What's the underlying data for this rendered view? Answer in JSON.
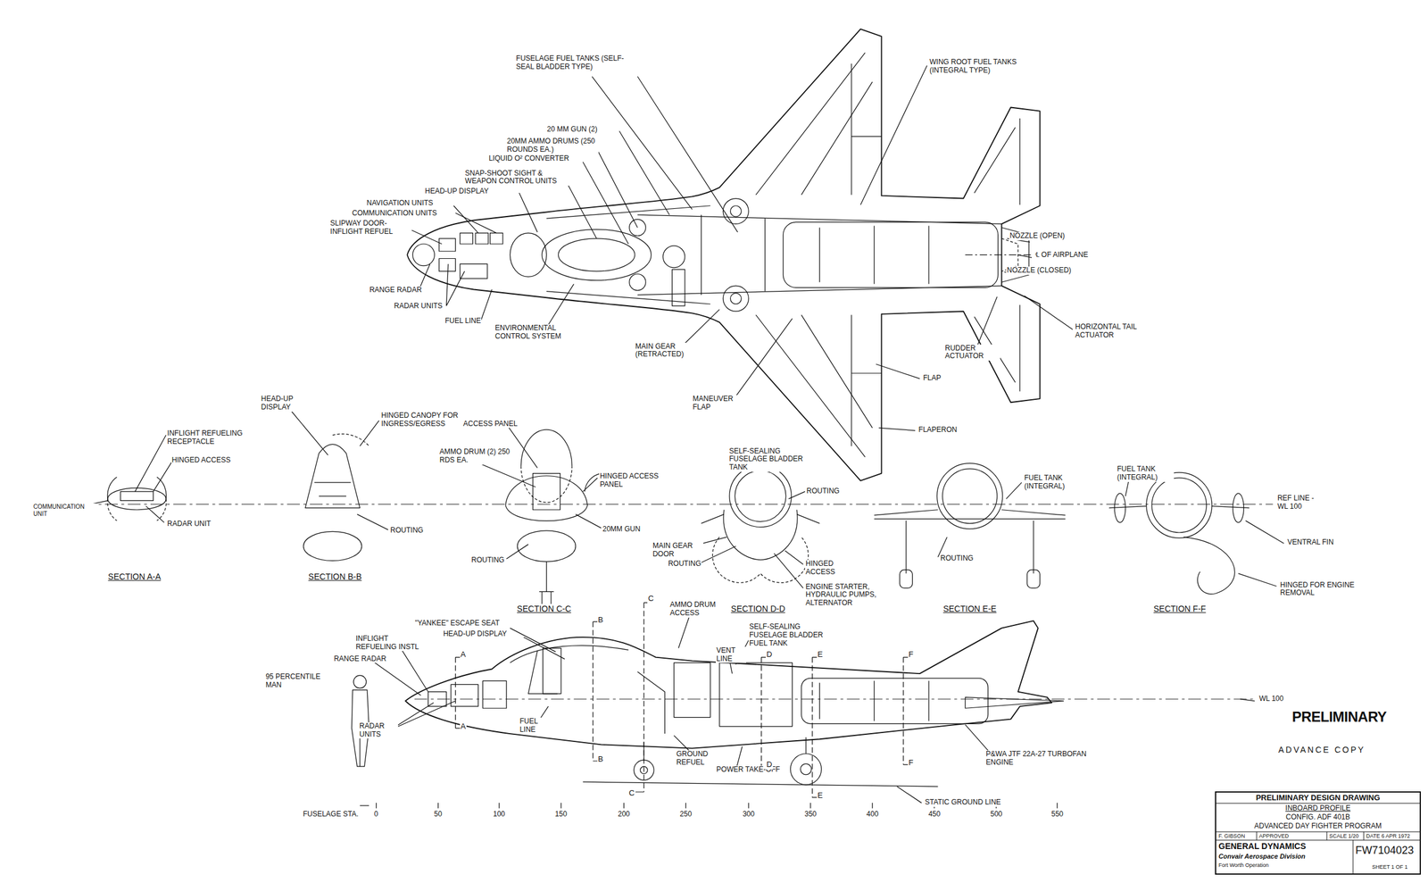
{
  "diagram": {
    "nodes": [
      {
        "text": [
          "PRELIMINARY DESIGN DRAWING",
          "INBOARD PROFILE",
          "CONFIG. ADF 401B",
          "ADVANCED DAY FIGHTER PROGRAM",
          "F. GIBSON",
          "APPROVED",
          "SCALE 1/20",
          "DATE 6 APR 1972",
          "GENERAL DYNAMICS",
          "Convair Aerospace Division",
          "Fort Worth Operation",
          "FW7104023",
          "SHEET 1 OF 1"
        ]
      }
    ],
    "labels": [
      "FUSELAGE FUEL TANKS (SELF-SEAL BLADDER TYPE)",
      "WING ROOT FUEL TANKS (INTEGRAL TYPE)",
      "20 MM GUN (2)",
      "20MM AMMO DRUMS (250 ROUNDS EA.)",
      "LIQUID O² CONVERTER",
      "SNAP-SHOOT SIGHT & WEAPON CONTROL UNITS",
      "HEAD-UP DISPLAY",
      "NAVIGATION UNITS",
      "COMMUNICATION UNITS",
      "SLIPWAY DOOR- INFLIGHT REFUEL",
      "RANGE RADAR",
      "RADAR UNITS",
      "FUEL LINE",
      "ENVIRONMENTAL CONTROL SYSTEM",
      "MAIN GEAR (RETRACTED)",
      "MANEUVER FLAP",
      "FLAP",
      "FLAPERON",
      "RUDDER ACTUATOR",
      "HORIZONTAL TAIL ACTUATOR",
      "NOZZLE (OPEN)",
      "℄ OF AIRPLANE",
      "NOZZLE (CLOSED)",
      "HEAD-UP DISPLAY",
      "INFLIGHT REFUELING RECEPTACLE",
      "HINGED ACCESS",
      "COMMUNICATION UNIT",
      "RADAR UNIT",
      "SECTION A-A",
      "HINGED CANOPY FOR INGRESS/EGRESS",
      "ROUTING",
      "SECTION B-B",
      "ACCESS PANEL",
      "AMMO DRUM (2) 250 RDS EA.",
      "HINGED ACCESS PANEL",
      "20MM GUN",
      "ROUTING",
      "SECTION C-C",
      "SELF-SEALING FUSELAGE BLADDER TANK",
      "ROUTING",
      "MAIN GEAR DOOR",
      "ROUTING",
      "HINGED ACCESS",
      "ENGINE STARTER, HYDRAULIC PUMPS, ALTERNATOR",
      "SECTION D-D",
      "FUEL TANK (INTEGRAL)",
      "ROUTING",
      "SECTION E-E",
      "FUEL TANK (INTEGRAL)",
      "REF LINE - WL 100",
      "VENTRAL FIN",
      "HINGED FOR ENGINE REMOVAL",
      "SECTION F-F",
      "\"YANKEE\" ESCAPE SEAT",
      "HEAD-UP DISPLAY",
      "INFLIGHT REFUELING INSTL",
      "RANGE RADAR",
      "95 PERCENTILE MAN",
      "RADAR UNITS",
      "FUEL LINE",
      "AMMO DRUM ACCESS",
      "SELF-SEALING FUSELAGE BLADDER FUEL TANK",
      "VENT LINE",
      "WL 100",
      "GROUND REFUEL",
      "POWER TAKE-OFF",
      "P&WA JTF 22A-27 TURBOFAN ENGINE",
      "STATIC GROUND LINE",
      "PRELIMINARY",
      "ADVANCE COPY",
      "FUSELAGE STA.",
      "0",
      "50",
      "100",
      "150",
      "200",
      "250",
      "300",
      "350",
      "400",
      "450",
      "500",
      "550",
      "C",
      "B",
      "A",
      "D",
      "E",
      "F",
      "A",
      "B",
      "D",
      "F",
      "C",
      "E"
    ]
  }
}
